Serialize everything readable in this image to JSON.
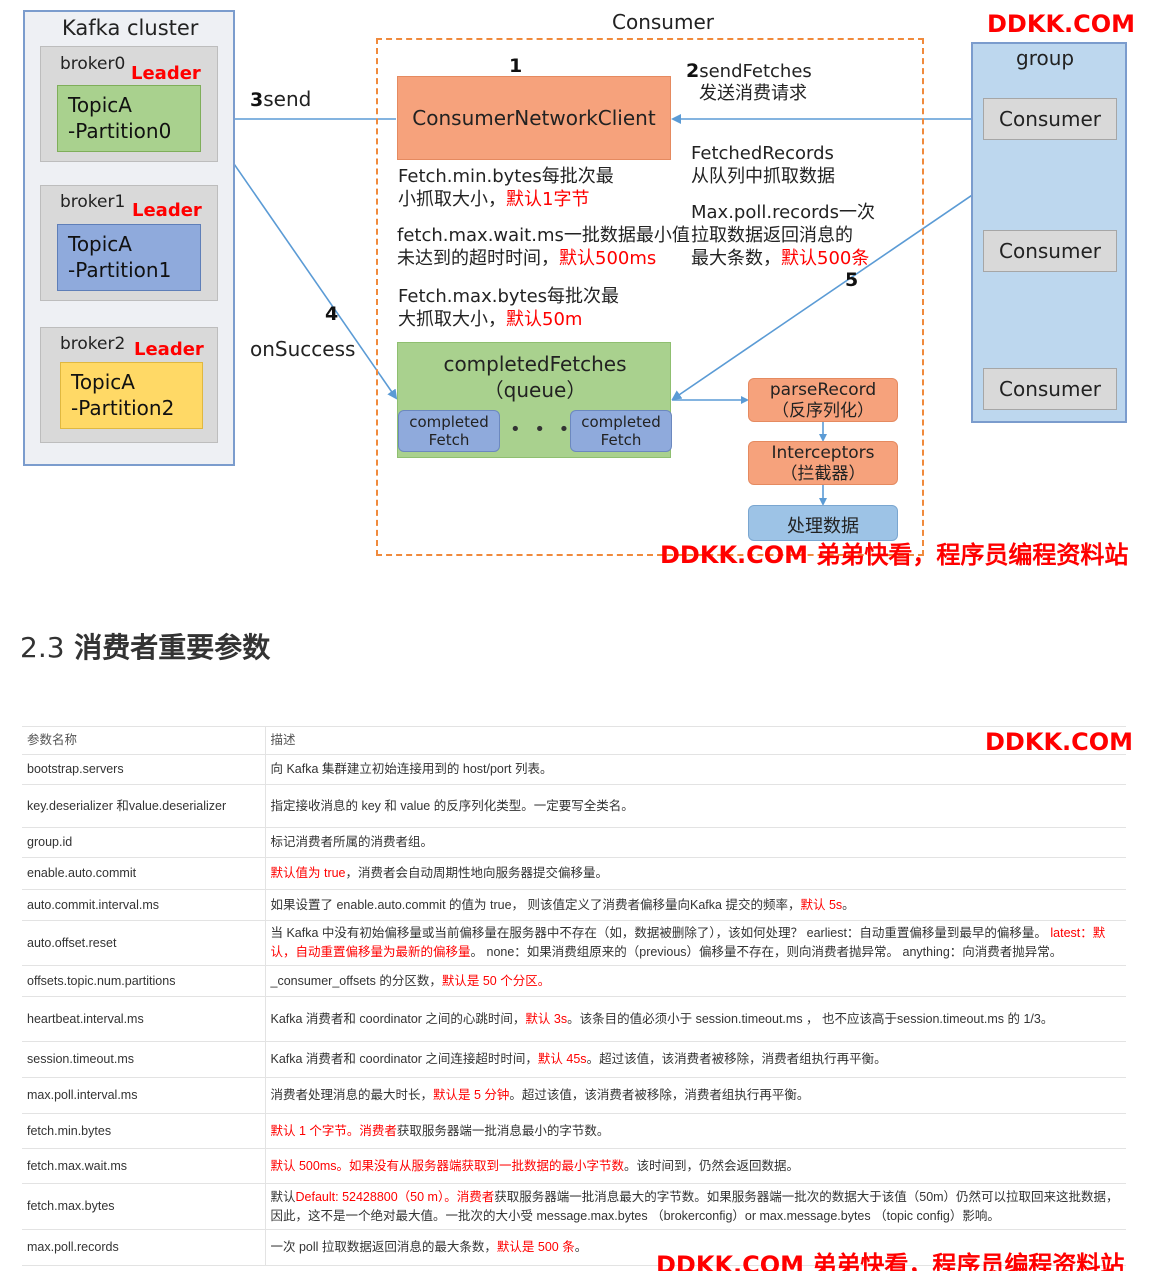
{
  "diagram": {
    "cluster_title": "Kafka cluster",
    "brokers": [
      {
        "name": "broker0",
        "leader": "Leader",
        "partition_line1": "TopicA",
        "partition_line2": "-Partition0"
      },
      {
        "name": "broker1",
        "leader": "Leader",
        "partition_line1": "TopicA",
        "partition_line2": "-Partition1"
      },
      {
        "name": "broker2",
        "leader": "Leader",
        "partition_line1": "TopicA",
        "partition_line2": "-Partition2"
      }
    ],
    "consumer_title": "Consumer",
    "network_client": "ConsumerNetworkClient",
    "step1": "1",
    "step2_num": "2",
    "step2_text": "sendFetches",
    "step2_sub": "发送消费请求",
    "step3_num": "3",
    "step3_text": "send",
    "step4_num": "4",
    "step4_text": "onSuccess",
    "step5": "5",
    "fetch_min": {
      "line1": "Fetch.min.bytes每批次最",
      "line2_a": "小抓取大小，",
      "line2_b": "默认1字节"
    },
    "fetch_wait": {
      "line1": "fetch.max.wait.ms一批数据最小值",
      "line2_a": "未达到的超时时间，",
      "line2_b": "默认500ms"
    },
    "fetch_max": {
      "line1": "Fetch.max.bytes每批次最",
      "line2_a": "大抓取大小，",
      "line2_b": "默认50m"
    },
    "fetched_records": {
      "line1": "FetchedRecords",
      "line2": "从队列中抓取数据"
    },
    "max_poll": {
      "line1": "Max.poll.records一次",
      "line2": "拉取数据返回消息的",
      "line3_a": "最大条数，",
      "line3_b": "默认500条"
    },
    "completed_fetches": {
      "line1": "completedFetches",
      "line2": "（queue）"
    },
    "completed_fetch_label": {
      "line1": "completed",
      "line2": "Fetch"
    },
    "dots": "• • •",
    "parse_record": {
      "line1": "parseRecord",
      "line2": "（反序列化）"
    },
    "interceptors": {
      "line1": "Interceptors",
      "line2": "（拦截器）"
    },
    "process_data": "处理数据",
    "group_title": "group",
    "consumers": [
      "Consumer",
      "Consumer",
      "Consumer"
    ]
  },
  "watermarks": {
    "top": "DDKK.COM",
    "middle": "DDKK.COM 弟弟快看，程序员编程资料站",
    "table_top": "DDKK.COM",
    "bottom": "DDKK.COM 弟弟快看，程序员编程资料站"
  },
  "section": {
    "number": "2.3",
    "title": "消费者重要参数"
  },
  "table": {
    "headers": [
      "参数名称",
      "描述"
    ],
    "rows": [
      {
        "name": "bootstrap.servers",
        "desc": [
          {
            "t": "向 Kafka 集群建立初始连接用到的 host/port 列表。",
            "red": false
          }
        ]
      },
      {
        "name": "key.deserializer 和value.deserializer",
        "desc": [
          {
            "t": "指定接收消息的 key 和 value 的反序列化类型。一定要写全类名。",
            "red": false
          }
        ]
      },
      {
        "name": "group.id",
        "desc": [
          {
            "t": "标记消费者所属的消费者组。",
            "red": false
          }
        ]
      },
      {
        "name": "enable.auto.commit",
        "desc": [
          {
            "t": "默认值为 true",
            "red": true
          },
          {
            "t": "，消费者会自动周期性地向服务器提交偏移量。",
            "red": false
          }
        ]
      },
      {
        "name": "auto.commit.interval.ms",
        "desc": [
          {
            "t": "如果设置了 enable.auto.commit 的值为 true， 则该值定义了消费者偏移量向Kafka 提交的频率，",
            "red": false
          },
          {
            "t": "默认 5s",
            "red": true
          },
          {
            "t": "。",
            "red": false
          }
        ]
      },
      {
        "name": "auto.offset.reset",
        "desc": [
          {
            "t": "当 Kafka 中没有初始偏移量或当前偏移量在服务器中不存在（如，数据被删除了），该如何处理？ earliest：自动重置偏移量到最早的偏移量。 ",
            "red": false
          },
          {
            "t": "latest：默认，自动重置偏移量为最新的偏移量",
            "red": true
          },
          {
            "t": "。 none：如果消费组原来的（previous）偏移量不存在，则向消费者抛异常。 anything：向消费者抛异常。",
            "red": false
          }
        ]
      },
      {
        "name": "offsets.topic.num.partitions",
        "desc": [
          {
            "t": "_consumer_offsets 的分区数，",
            "red": false
          },
          {
            "t": "默认是 50 个分区。",
            "red": true
          }
        ]
      },
      {
        "name": "heartbeat.interval.ms",
        "desc": [
          {
            "t": "Kafka 消费者和 coordinator 之间的心跳时间，",
            "red": false
          },
          {
            "t": "默认 3s",
            "red": true
          },
          {
            "t": "。该条目的值必须小于 session.timeout.ms ， 也不应该高于session.timeout.ms 的 1/3。",
            "red": false
          }
        ]
      },
      {
        "name": "session.timeout.ms",
        "desc": [
          {
            "t": "Kafka 消费者和 coordinator 之间连接超时时间，",
            "red": false
          },
          {
            "t": "默认 45s",
            "red": true
          },
          {
            "t": "。超过该值，该消费者被移除，消费者组执行再平衡。",
            "red": false
          }
        ]
      },
      {
        "name": "max.poll.interval.ms",
        "desc": [
          {
            "t": "消费者处理消息的最大时长，",
            "red": false
          },
          {
            "t": "默认是 5 分钟",
            "red": true
          },
          {
            "t": "。超过该值，该消费者被移除，消费者组执行再平衡。",
            "red": false
          }
        ]
      },
      {
        "name": "fetch.min.bytes",
        "desc": [
          {
            "t": "默认 1 个字节。消费者",
            "red": true
          },
          {
            "t": "获取服务器端一批消息最小的字节数。",
            "red": false
          }
        ]
      },
      {
        "name": "fetch.max.wait.ms",
        "desc": [
          {
            "t": "默认 500ms。如果没有从服务器端获取到一批数据的最小字节数",
            "red": true
          },
          {
            "t": "。该时间到，仍然会返回数据。",
            "red": false
          }
        ]
      },
      {
        "name": "fetch.max.bytes",
        "desc": [
          {
            "t": "默认",
            "red": false
          },
          {
            "t": "Default: 52428800（50 m）。消费者",
            "red": true
          },
          {
            "t": "获取服务器端一批消息最大的字节数。如果服务器端一批次的数据大于该值（50m）仍然可以拉取回来这批数据，因此，这不是一个绝对最大值。一批次的大小受 message.max.bytes （brokerconfig）or max.message.bytes （topic config）影响。",
            "red": false
          }
        ]
      },
      {
        "name": "max.poll.records",
        "desc": [
          {
            "t": "一次 poll 拉取数据返回消息的最大条数，",
            "red": false
          },
          {
            "t": "默认是 500 条",
            "red": true
          },
          {
            "t": "。",
            "red": false
          }
        ]
      }
    ]
  }
}
